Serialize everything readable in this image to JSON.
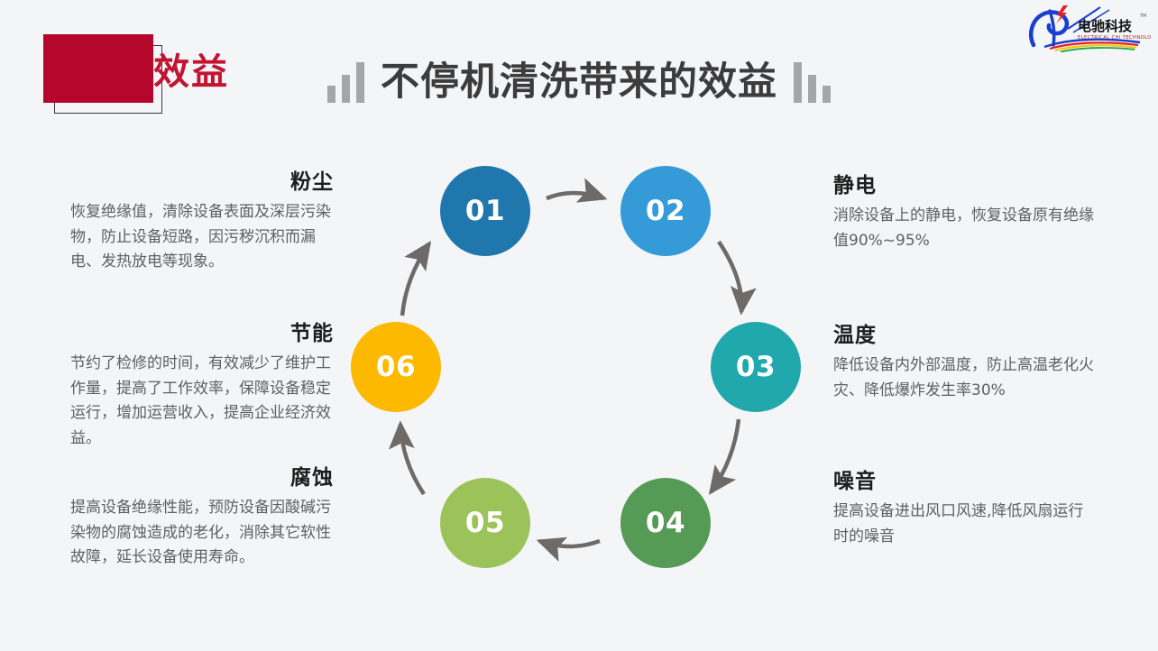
{
  "header": {
    "badge_label": "效益",
    "title": "不停机清洗带来的效益",
    "badge_color": "#b5062b",
    "title_color": "#3c3c3c",
    "bar_color": "#a6a6a6"
  },
  "logo": {
    "brand_cn": "电驰科技",
    "brand_en": "ELECTRICAL CHI TECHNOLOGY",
    "trademark": "TM"
  },
  "diagram": {
    "type": "cycle",
    "nodes": [
      {
        "number": "01",
        "color": "#1f77ae"
      },
      {
        "number": "02",
        "color": "#359bd8"
      },
      {
        "number": "03",
        "color": "#20a8ac"
      },
      {
        "number": "04",
        "color": "#569b55"
      },
      {
        "number": "05",
        "color": "#9cc359"
      },
      {
        "number": "06",
        "color": "#fcb900"
      }
    ],
    "arrow_color": "#6e6a68"
  },
  "blocks": {
    "left": [
      {
        "title": "粉尘",
        "body": "恢复绝缘值，清除设备表面及深层污染物，防止设备短路，因污秽沉积而漏电、发热放电等现象。"
      },
      {
        "title": "节能",
        "body": "节约了检修的时间，有效减少了维护工作量，提高了工作效率，保障设备稳定运行，增加运营收入，提高企业经济效益。"
      },
      {
        "title": "腐蚀",
        "body": "提高设备绝缘性能，预防设备因酸碱污染物的腐蚀造成的老化，消除其它软性故障，延长设备使用寿命。"
      }
    ],
    "right": [
      {
        "title": "静电",
        "body": "消除设备上的静电，恢复设备原有绝缘值90%~95%"
      },
      {
        "title": "温度",
        "body": "降低设备内外部温度，防止高温老化火灾、降低爆炸发生率30%"
      },
      {
        "title": "噪音",
        "body": "提高设备进出风口风速,降低风扇运行时的噪音"
      }
    ]
  }
}
